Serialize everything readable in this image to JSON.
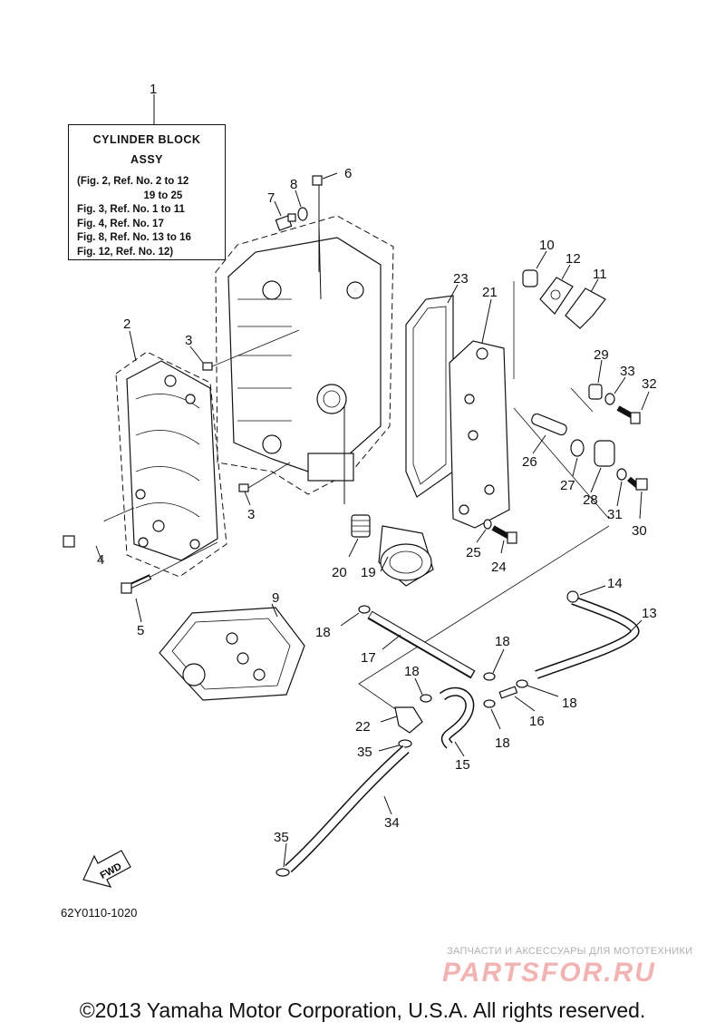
{
  "assembly_box": {
    "title_line1": "CYLINDER BLOCK",
    "title_line2": "ASSY",
    "refs": [
      "(Fig. 2, Ref. No. 2 to 12",
      "                       19 to 25",
      "Fig. 3, Ref. No. 1 to 11",
      "Fig. 4, Ref. No. 17",
      "Fig. 8, Ref. No. 13 to 16",
      "Fig. 12, Ref. No. 12)"
    ]
  },
  "callouts": [
    "1",
    "2",
    "3",
    "3",
    "4",
    "5",
    "6",
    "7",
    "8",
    "9",
    "10",
    "11",
    "12",
    "13",
    "14",
    "15",
    "16",
    "17",
    "18",
    "18",
    "18",
    "18",
    "18",
    "18",
    "19",
    "20",
    "21",
    "22",
    "23",
    "24",
    "25",
    "26",
    "27",
    "28",
    "29",
    "30",
    "31",
    "32",
    "33",
    "34",
    "35",
    "35"
  ],
  "fwd_label": "FWD",
  "diagram_code": "62Y0110-1020",
  "watermark": {
    "subtitle": "ЗАПЧАСТИ И АКСЕССУАРЫ ДЛЯ МОТОТЕХНИКИ",
    "logo": "PARTSFOR.RU",
    "color": "#f2b3b3"
  },
  "copyright": "©2013 Yamaha Motor Corporation, U.S.A. All rights reserved."
}
